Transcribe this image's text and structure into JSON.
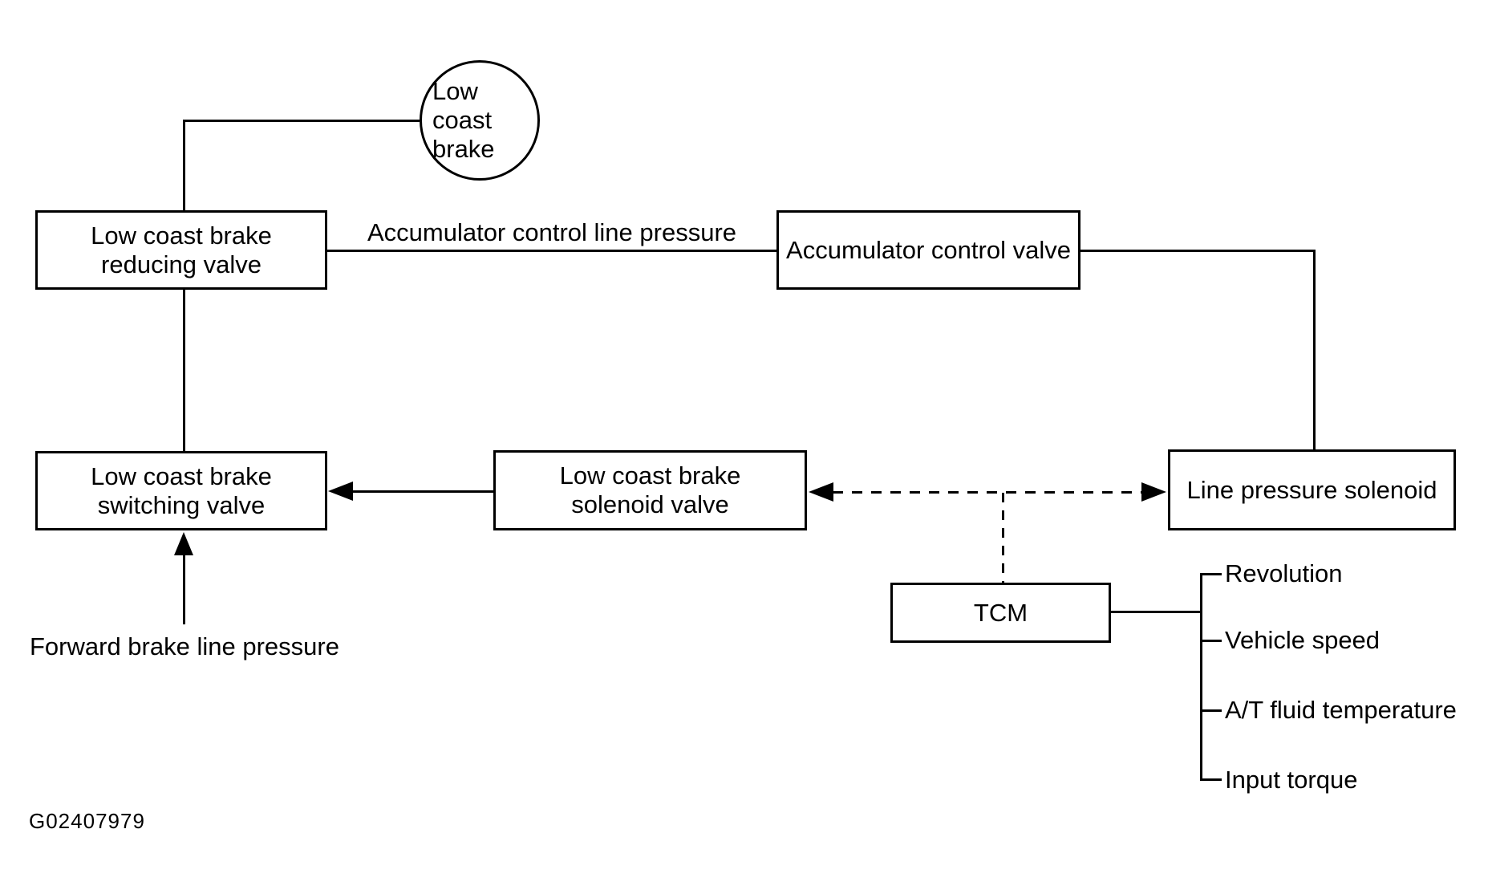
{
  "diagram": {
    "background_color": "#ffffff",
    "line_color": "#000000",
    "nodes": {
      "low_coast_brake": {
        "shape": "circle",
        "line1": "Low coast",
        "line2": "brake"
      },
      "reducing_valve": {
        "shape": "rect",
        "line1": "Low coast brake",
        "line2": "reducing valve"
      },
      "accumulator_control_valve": {
        "shape": "rect",
        "label": "Accumulator control valve"
      },
      "switching_valve": {
        "shape": "rect",
        "line1": "Low coast brake",
        "line2": "switching valve"
      },
      "solenoid_valve": {
        "shape": "rect",
        "line1": "Low coast brake",
        "line2": "solenoid valve"
      },
      "line_pressure_solenoid": {
        "shape": "rect",
        "label": "Line pressure solenoid"
      },
      "tcm": {
        "shape": "rect",
        "label": "TCM"
      }
    },
    "edge_labels": {
      "accumulator_control_line_pressure": "Accumulator control line pressure",
      "forward_brake_line_pressure": "Forward brake line pressure"
    },
    "tcm_inputs": [
      "Revolution",
      "Vehicle speed",
      "A/T fluid temperature",
      "Input torque"
    ],
    "figure_id": "G02407979"
  }
}
